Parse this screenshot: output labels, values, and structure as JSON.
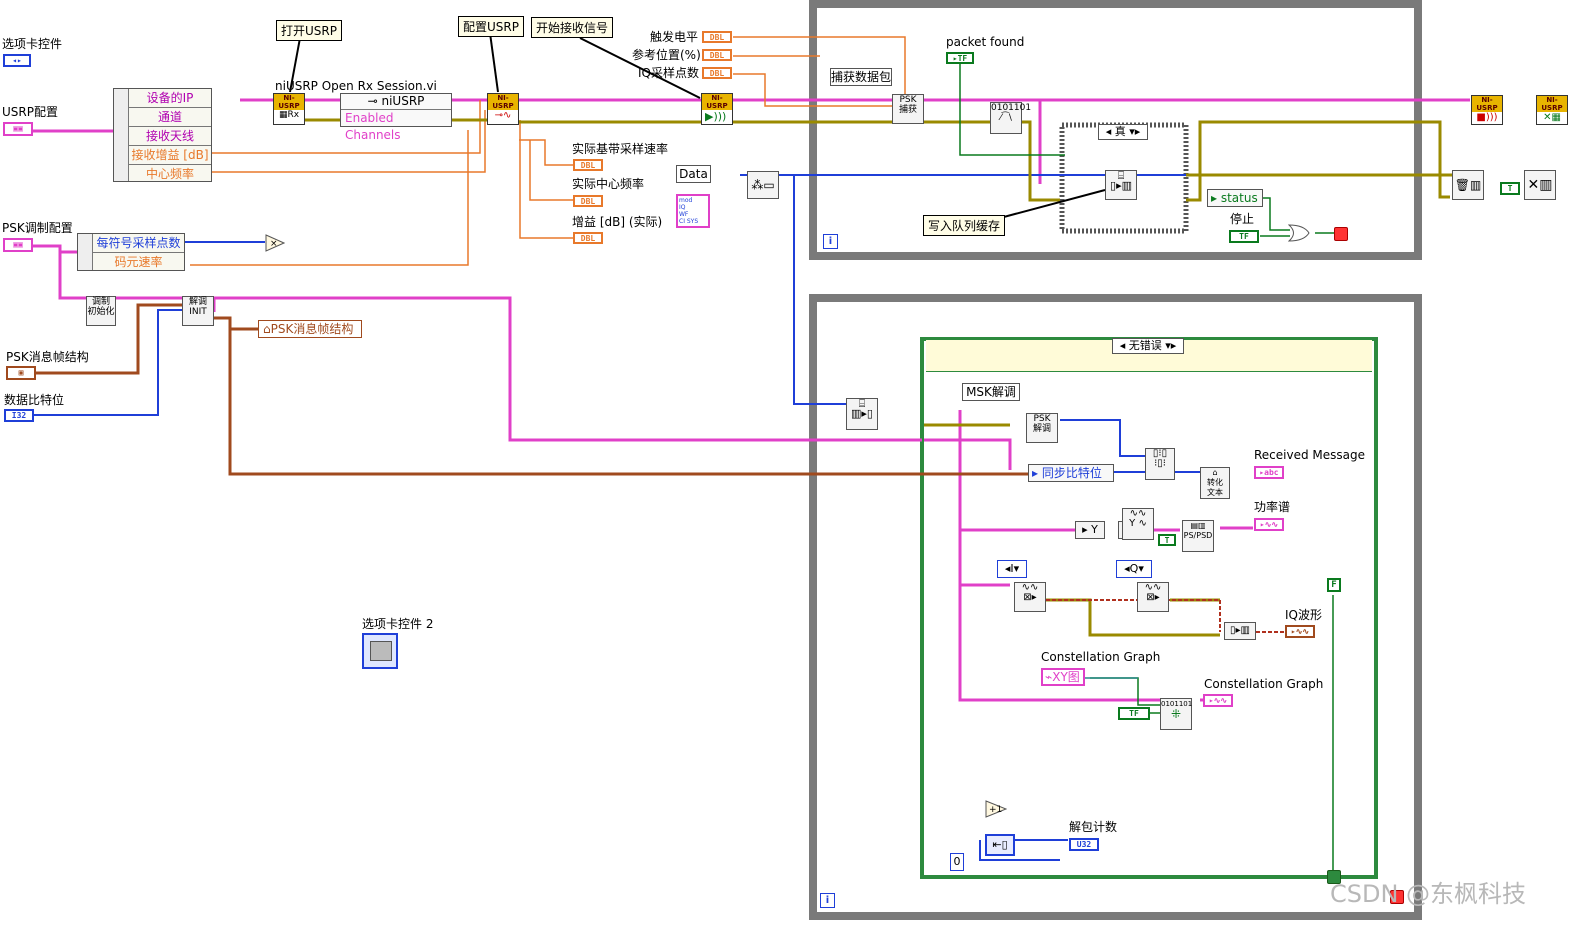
{
  "front_panel": {
    "tab_control": "选项卡控件",
    "usrp_config": "USRP配置",
    "psk_mod_config": "PSK调制配置",
    "psk_frame_struct": "PSK消息帧结构",
    "data_bits": "数据比特位",
    "tab_control_2": "选项卡控件 2"
  },
  "callouts": {
    "open_usrp": "打开USRP",
    "config_usrp": "配置USRP",
    "start_rx": "开始接收信号",
    "write_queue": "写入队列缓存"
  },
  "usrp_cluster": [
    "设备的IP",
    "通道",
    "接收天线",
    "接收增益 [dB]",
    "中心频率"
  ],
  "psk_cluster": [
    "每符号采样点数",
    "码元速率"
  ],
  "session": {
    "title": "niUSRP Open Rx Session.vi",
    "node": "niUSRP",
    "channels": "Enabled Channels"
  },
  "trigger_inputs": [
    "触发电平",
    "参考位置(%)",
    "IQ采样点数"
  ],
  "actual_outputs": [
    "实际基带采样速率",
    "实际中心频率",
    "增益 [dB] (实际)"
  ],
  "data_label": "Data",
  "mod_init": "调制\n初始化",
  "demod_init": "解调\nINIT",
  "psk_frame_out": "PSK消息帧结构",
  "top_loop": {
    "packet_found": "packet found",
    "capture": "捕获数据包",
    "psk_capture": "PSK\n捕获",
    "case_true": "真",
    "status": "status",
    "stop": "停止"
  },
  "bottom_loop": {
    "case_noerr": "无错误",
    "msk": "MSK解调",
    "psk_demod": "PSK\n解调",
    "sync_bits": "同步比特位",
    "received": "Received Message",
    "psd": "功率谱",
    "iq_wave": "IQ波形",
    "const_ctrl": "XY图",
    "const_label_in": "Constellation Graph",
    "const_label_out": "Constellation Graph",
    "count": "解包计数",
    "zero": "0",
    "i_sel": "I",
    "q_sel": "Q",
    "f_const": "F"
  },
  "watermark": "CSDN @东枫科技"
}
